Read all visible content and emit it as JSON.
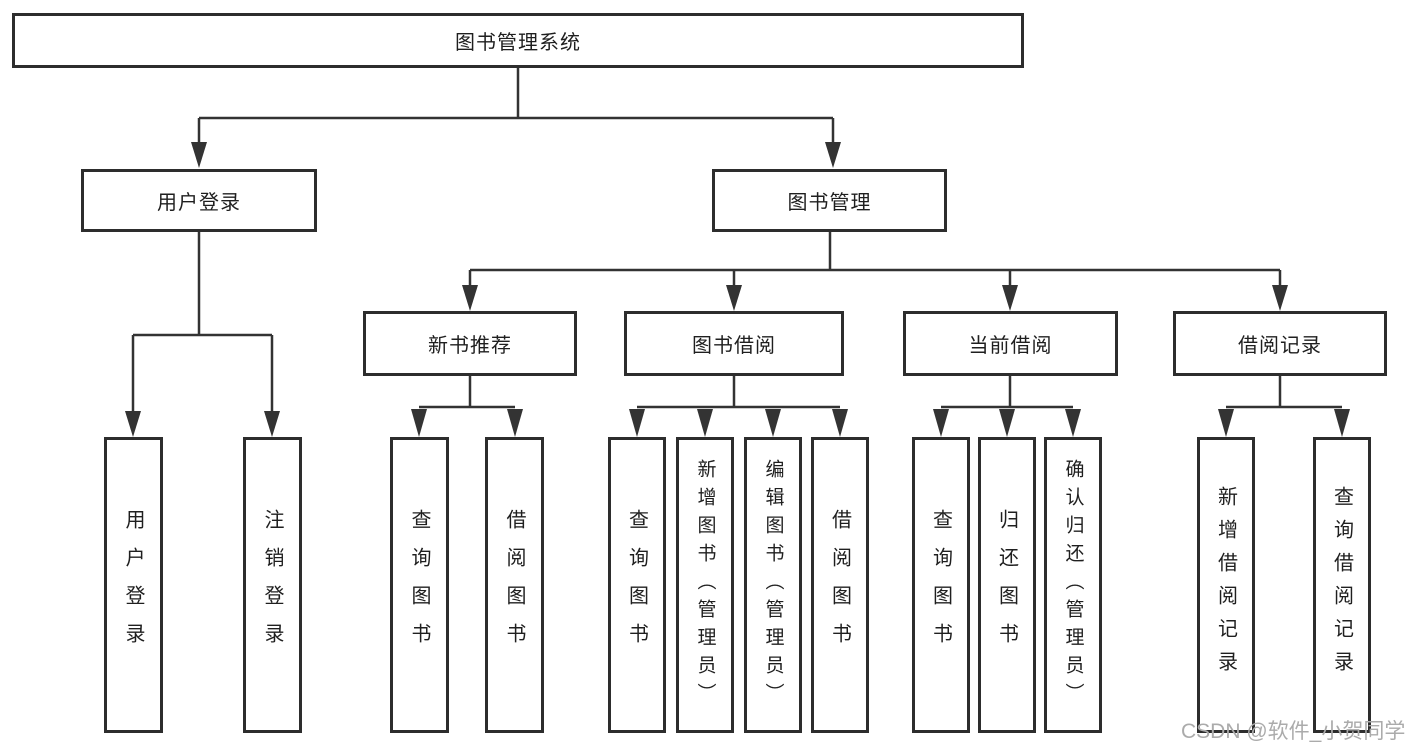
{
  "diagram": {
    "title": "图书管理系统",
    "branches": {
      "login": {
        "label": "用户登录",
        "children": [
          "用户登录",
          "注销登录"
        ]
      },
      "management": {
        "label": "图书管理",
        "modules": [
          {
            "label": "新书推荐",
            "children": [
              "查询图书",
              "借阅图书"
            ]
          },
          {
            "label": "图书借阅",
            "children": [
              "查询图书",
              "新增图书（管理员）",
              "编辑图书（管理员）",
              "借阅图书"
            ]
          },
          {
            "label": "当前借阅",
            "children": [
              "查询图书",
              "归还图书",
              "确认归还（管理员）"
            ]
          },
          {
            "label": "借阅记录",
            "children": [
              "新增借阅记录",
              "查询借阅记录"
            ]
          }
        ]
      }
    }
  },
  "watermark": "CSDN @软件_小贺同学",
  "colors": {
    "line": "#333333",
    "border": "#2d2d2d",
    "text": "#1f1f1f",
    "watermark": "#ababab",
    "background": "#ffffff"
  }
}
